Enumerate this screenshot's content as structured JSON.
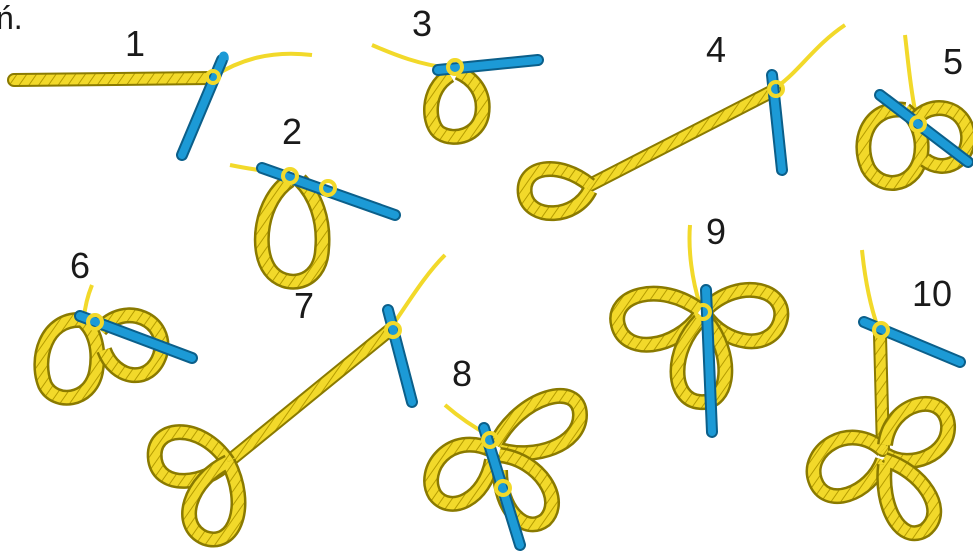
{
  "corner_text": "ń.",
  "steps": [
    {
      "label": "1"
    },
    {
      "label": "2"
    },
    {
      "label": "3"
    },
    {
      "label": "4"
    },
    {
      "label": "5"
    },
    {
      "label": "6"
    },
    {
      "label": "7"
    },
    {
      "label": "8"
    },
    {
      "label": "9"
    },
    {
      "label": "10"
    }
  ],
  "colors": {
    "yarn": "#f2d92a",
    "yarn_outline": "#8a7a00",
    "yarn_stitch": "#b59c00",
    "hook": "#1c9ad6",
    "hook_outline": "#0b5f8a",
    "text": "#1a1a1a"
  }
}
